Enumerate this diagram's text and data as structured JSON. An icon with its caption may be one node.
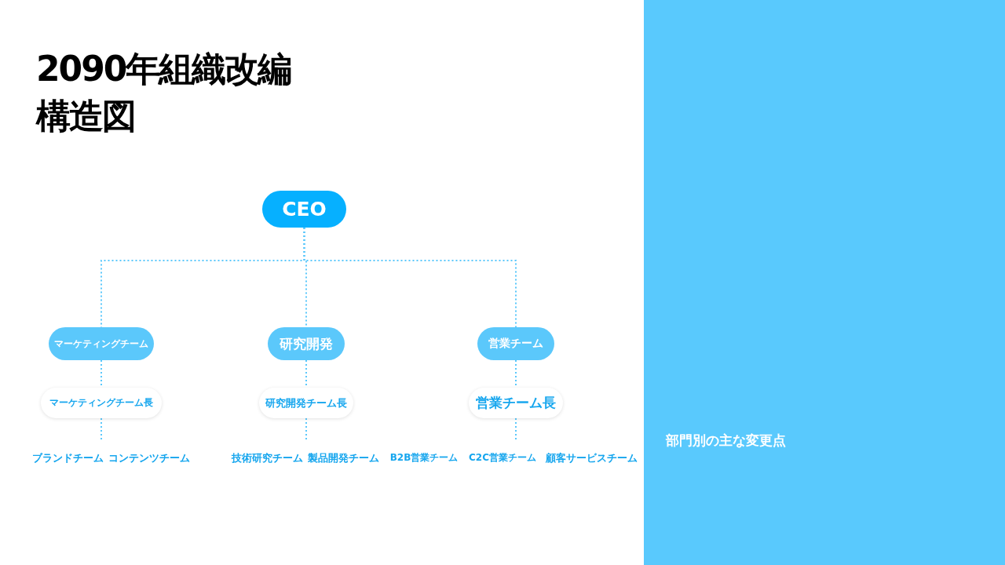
{
  "diagram": {
    "title": "2090年組織改編構造図",
    "nodes": [
      {
        "text": [
          "CEO"
        ]
      },
      {
        "text": [
          "マーケティングチーム"
        ]
      },
      {
        "text": [
          "研究開発"
        ]
      },
      {
        "text": [
          "営業チーム"
        ]
      },
      {
        "text": [
          "マーケティングチーム長"
        ]
      },
      {
        "text": [
          "研究開発チーム長"
        ]
      },
      {
        "text": [
          "営業チーム長"
        ]
      },
      {
        "text": [
          "部門別の主な変更点"
        ]
      }
    ],
    "edges": [
      {
        "from": 0,
        "to": 1,
        "arrow": "none",
        "style": "dashed"
      },
      {
        "from": 0,
        "to": 2,
        "arrow": "none",
        "style": "dashed"
      },
      {
        "from": 0,
        "to": 3,
        "arrow": "none",
        "style": "dashed"
      },
      {
        "from": 1,
        "to": 4,
        "arrow": "none",
        "style": "dashed"
      },
      {
        "from": 2,
        "to": 5,
        "arrow": "none",
        "style": "dashed"
      },
      {
        "from": 3,
        "to": 6,
        "arrow": "none",
        "style": "dashed"
      },
      {
        "from": 4,
        "to": null,
        "arrow": "none",
        "style": "dashed"
      },
      {
        "from": 5,
        "to": null,
        "arrow": "none",
        "style": "dashed"
      },
      {
        "from": 6,
        "to": null,
        "arrow": "none",
        "style": "dashed"
      }
    ],
    "labels": [
      "ブランドチーム",
      "コンテンツチーム",
      "技術研究チーム",
      "製品開発チーム",
      "B2B営業チーム",
      "C2C営業チーム",
      "顧客サービスチーム"
    ]
  }
}
